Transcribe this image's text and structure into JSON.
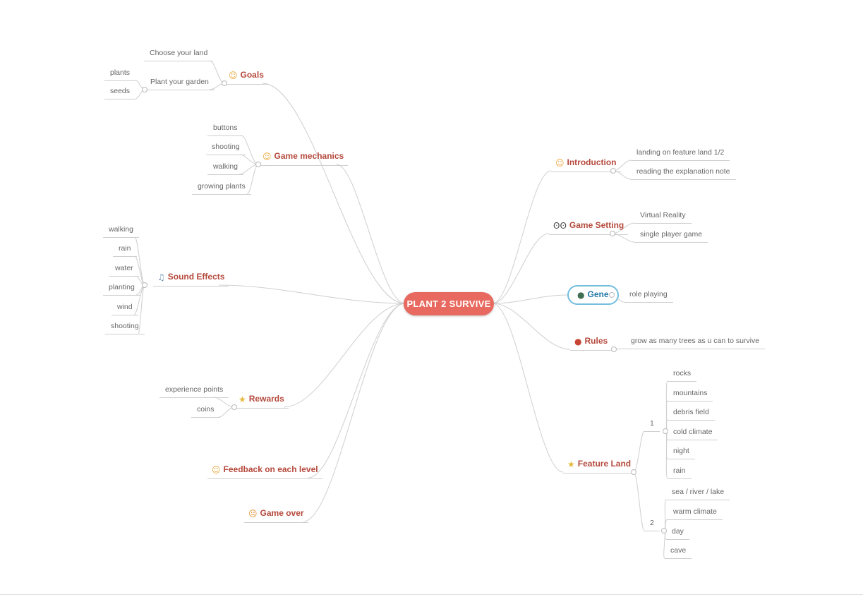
{
  "root": {
    "label": "PLANT 2 SURVIVE"
  },
  "colors": {
    "root_bg": "#e8695f",
    "topic_text": "#b5493c",
    "gene_text": "#2179a8",
    "child_text": "#666666",
    "edge": "#cfcfcf",
    "selection_border": "#74bede"
  },
  "branches": {
    "goals": {
      "label": "Goals",
      "icon": {
        "glyph": "☺",
        "color": "#eda73b"
      },
      "children": {
        "choose_land": "Choose your land",
        "plant_garden": "Plant your garden",
        "plants": "plants",
        "seeds": "seeds"
      }
    },
    "game_mechanics": {
      "label": "Game mechanics",
      "icon": {
        "glyph": "☺",
        "color": "#eda73b"
      },
      "children": {
        "buttons": "buttons",
        "shooting": "shooting",
        "walking": "walking",
        "growing_plants": "growing plants"
      }
    },
    "sound_effects": {
      "label": "Sound Effects",
      "icon": {
        "glyph": "♫",
        "color": "#6b8fb3"
      },
      "children": {
        "walking": "walking",
        "rain": "rain",
        "water": "water",
        "planting": "planting",
        "wind": "wind",
        "shooting": "shooting"
      }
    },
    "rewards": {
      "label": "Rewards",
      "icon": {
        "glyph": "★",
        "color": "#e5b93c"
      },
      "children": {
        "experience_points": "experience points",
        "coins": "coins"
      }
    },
    "feedback": {
      "label": "Feedback on each level",
      "icon": {
        "glyph": "☺",
        "color": "#eda73b"
      }
    },
    "game_over": {
      "label": "Game over",
      "icon": {
        "glyph": "☹",
        "color": "#e2902f"
      }
    },
    "introduction": {
      "label": "Introduction",
      "icon": {
        "glyph": "☺",
        "color": "#eda73b"
      },
      "children": {
        "landing": "landing on feature land 1/2",
        "reading": "reading the explanation note"
      }
    },
    "game_setting": {
      "label": "Game Setting",
      "icon": {
        "glyph": "ʘʘ",
        "color": "#4a4a4a"
      },
      "children": {
        "virtual_reality": "Virtual Reality",
        "single_player": "single player game"
      }
    },
    "gene": {
      "label": "Gene",
      "icon": {
        "glyph": "●",
        "color": "#3f6e52"
      },
      "children": {
        "role_playing": "role playing"
      }
    },
    "rules": {
      "label": "Rules",
      "icon": {
        "glyph": "●",
        "color": "#c64533"
      },
      "children": {
        "grow_trees": "grow as many trees as u can to survive"
      }
    },
    "feature_land": {
      "label": "Feature Land",
      "icon": {
        "glyph": "★",
        "color": "#e5b93c"
      },
      "children": {
        "one": {
          "label": "1",
          "children": {
            "rocks": "rocks",
            "mountains": "mountains",
            "debris_field": "debris field",
            "cold_climate": "cold climate",
            "night": "night",
            "rain": "rain"
          }
        },
        "two": {
          "label": "2",
          "children": {
            "sea": "sea / river / lake",
            "warm_climate": "warm climate",
            "day": "day",
            "cave": "cave"
          }
        }
      }
    }
  }
}
